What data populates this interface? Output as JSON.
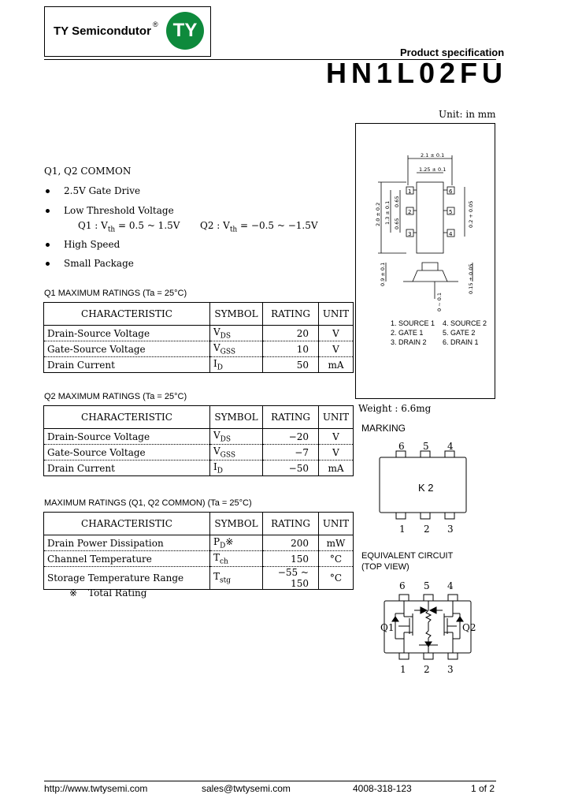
{
  "header": {
    "company": "TY Semicondutor",
    "registered": "®",
    "logo_text": "TY",
    "spec_label": "Product specification",
    "part_number": "HN1L02FU",
    "logo_color": "#0e8a3c"
  },
  "features": {
    "common_title": "Q1, Q2 COMMON",
    "items": [
      "2.5V Gate Drive",
      "Low Threshold Voltage",
      "High Speed",
      "Small Package"
    ],
    "vth_q1_prefix": "Q1 : V",
    "vth_q1_sub": "th",
    "vth_q1_value": " = 0.5 ~ 1.5V",
    "vth_q2_prefix": "Q2 : V",
    "vth_q2_sub": "th",
    "vth_q2_value": " = −0.5 ~ −1.5V"
  },
  "table_headers": {
    "characteristic": "CHARACTERISTIC",
    "symbol": "SYMBOL",
    "rating": "RATING",
    "unit": "UNIT"
  },
  "q1_ratings": {
    "title": "Q1   MAXIMUM RATINGS (Ta = 25°C)",
    "rows": [
      {
        "name": "Drain-Source Voltage",
        "sym": "V",
        "sub": "DS",
        "rating": "20",
        "unit": "V"
      },
      {
        "name": "Gate-Source Voltage",
        "sym": "V",
        "sub": "GSS",
        "rating": "10",
        "unit": "V"
      },
      {
        "name": "Drain Current",
        "sym": "I",
        "sub": "D",
        "rating": "50",
        "unit": "mA"
      }
    ]
  },
  "q2_ratings": {
    "title": "Q2   MAXIMUM RATINGS (Ta = 25°C)",
    "rows": [
      {
        "name": "Drain-Source Voltage",
        "sym": "V",
        "sub": "DS",
        "rating": "−20",
        "unit": "V"
      },
      {
        "name": "Gate-Source Voltage",
        "sym": "V",
        "sub": "GSS",
        "rating": "−7",
        "unit": "V"
      },
      {
        "name": "Drain Current",
        "sym": "I",
        "sub": "D",
        "rating": "−50",
        "unit": "mA"
      }
    ]
  },
  "common_ratings": {
    "title": "MAXIMUM RATINGS (Q1, Q2 COMMON) (Ta = 25°C)",
    "rows": [
      {
        "name": "Drain Power Dissipation",
        "sym": "P",
        "sub": "D",
        "mark": "※",
        "rating": "200",
        "unit": "mW"
      },
      {
        "name": "Channel Temperature",
        "sym": "T",
        "sub": "ch",
        "mark": "",
        "rating": "150",
        "unit": "°C"
      },
      {
        "name": "Storage Temperature Range",
        "sym": "T",
        "sub": "stg",
        "mark": "",
        "rating": "−55 ~ 150",
        "unit": "°C"
      }
    ],
    "note_mark": "※",
    "note_text": "Total Rating"
  },
  "package": {
    "unit_label": "Unit: in mm",
    "dim_width": "2.1 ± 0.1",
    "dim_body": "1.25 ± 0.1",
    "dim_height": "2.0 ± 0.2",
    "dim_pitch": "1.3 ± 0.1",
    "dim_lead": "0.65",
    "dim_lead2": "0.65",
    "dim_thick": "0.2 + 0.05",
    "dim_stand": "0.9 ± 0.1",
    "dim_lead_t": "0.15 ± 0.05",
    "dim_off": "0 ~ 0.1",
    "pins": [
      {
        "num": "1",
        "label": "1. SOURCE 1"
      },
      {
        "num": "2",
        "label": "2. GATE 1"
      },
      {
        "num": "3",
        "label": "3. DRAIN 2"
      },
      {
        "num": "4",
        "label": "4. SOURCE 2"
      },
      {
        "num": "5",
        "label": "5. GATE 2"
      },
      {
        "num": "6",
        "label": "6. DRAIN 1"
      }
    ],
    "weight": "Weight : 6.6mg"
  },
  "marking": {
    "title": "MARKING",
    "code": "K 2",
    "top_pins": [
      "6",
      "5",
      "4"
    ],
    "bottom_pins": [
      "1",
      "2",
      "3"
    ]
  },
  "circuit": {
    "title_line1": "EQUIVALENT CIRCUIT",
    "title_line2": "(TOP VIEW)",
    "top_pins": [
      "6",
      "5",
      "4"
    ],
    "bottom_pins": [
      "1",
      "2",
      "3"
    ],
    "q1": "Q1",
    "q2": "Q2"
  },
  "footer": {
    "url": "http://www.twtysemi.com",
    "email": "sales@twtysemi.com",
    "phone": "4008-318-123",
    "page": "1 of 2"
  }
}
